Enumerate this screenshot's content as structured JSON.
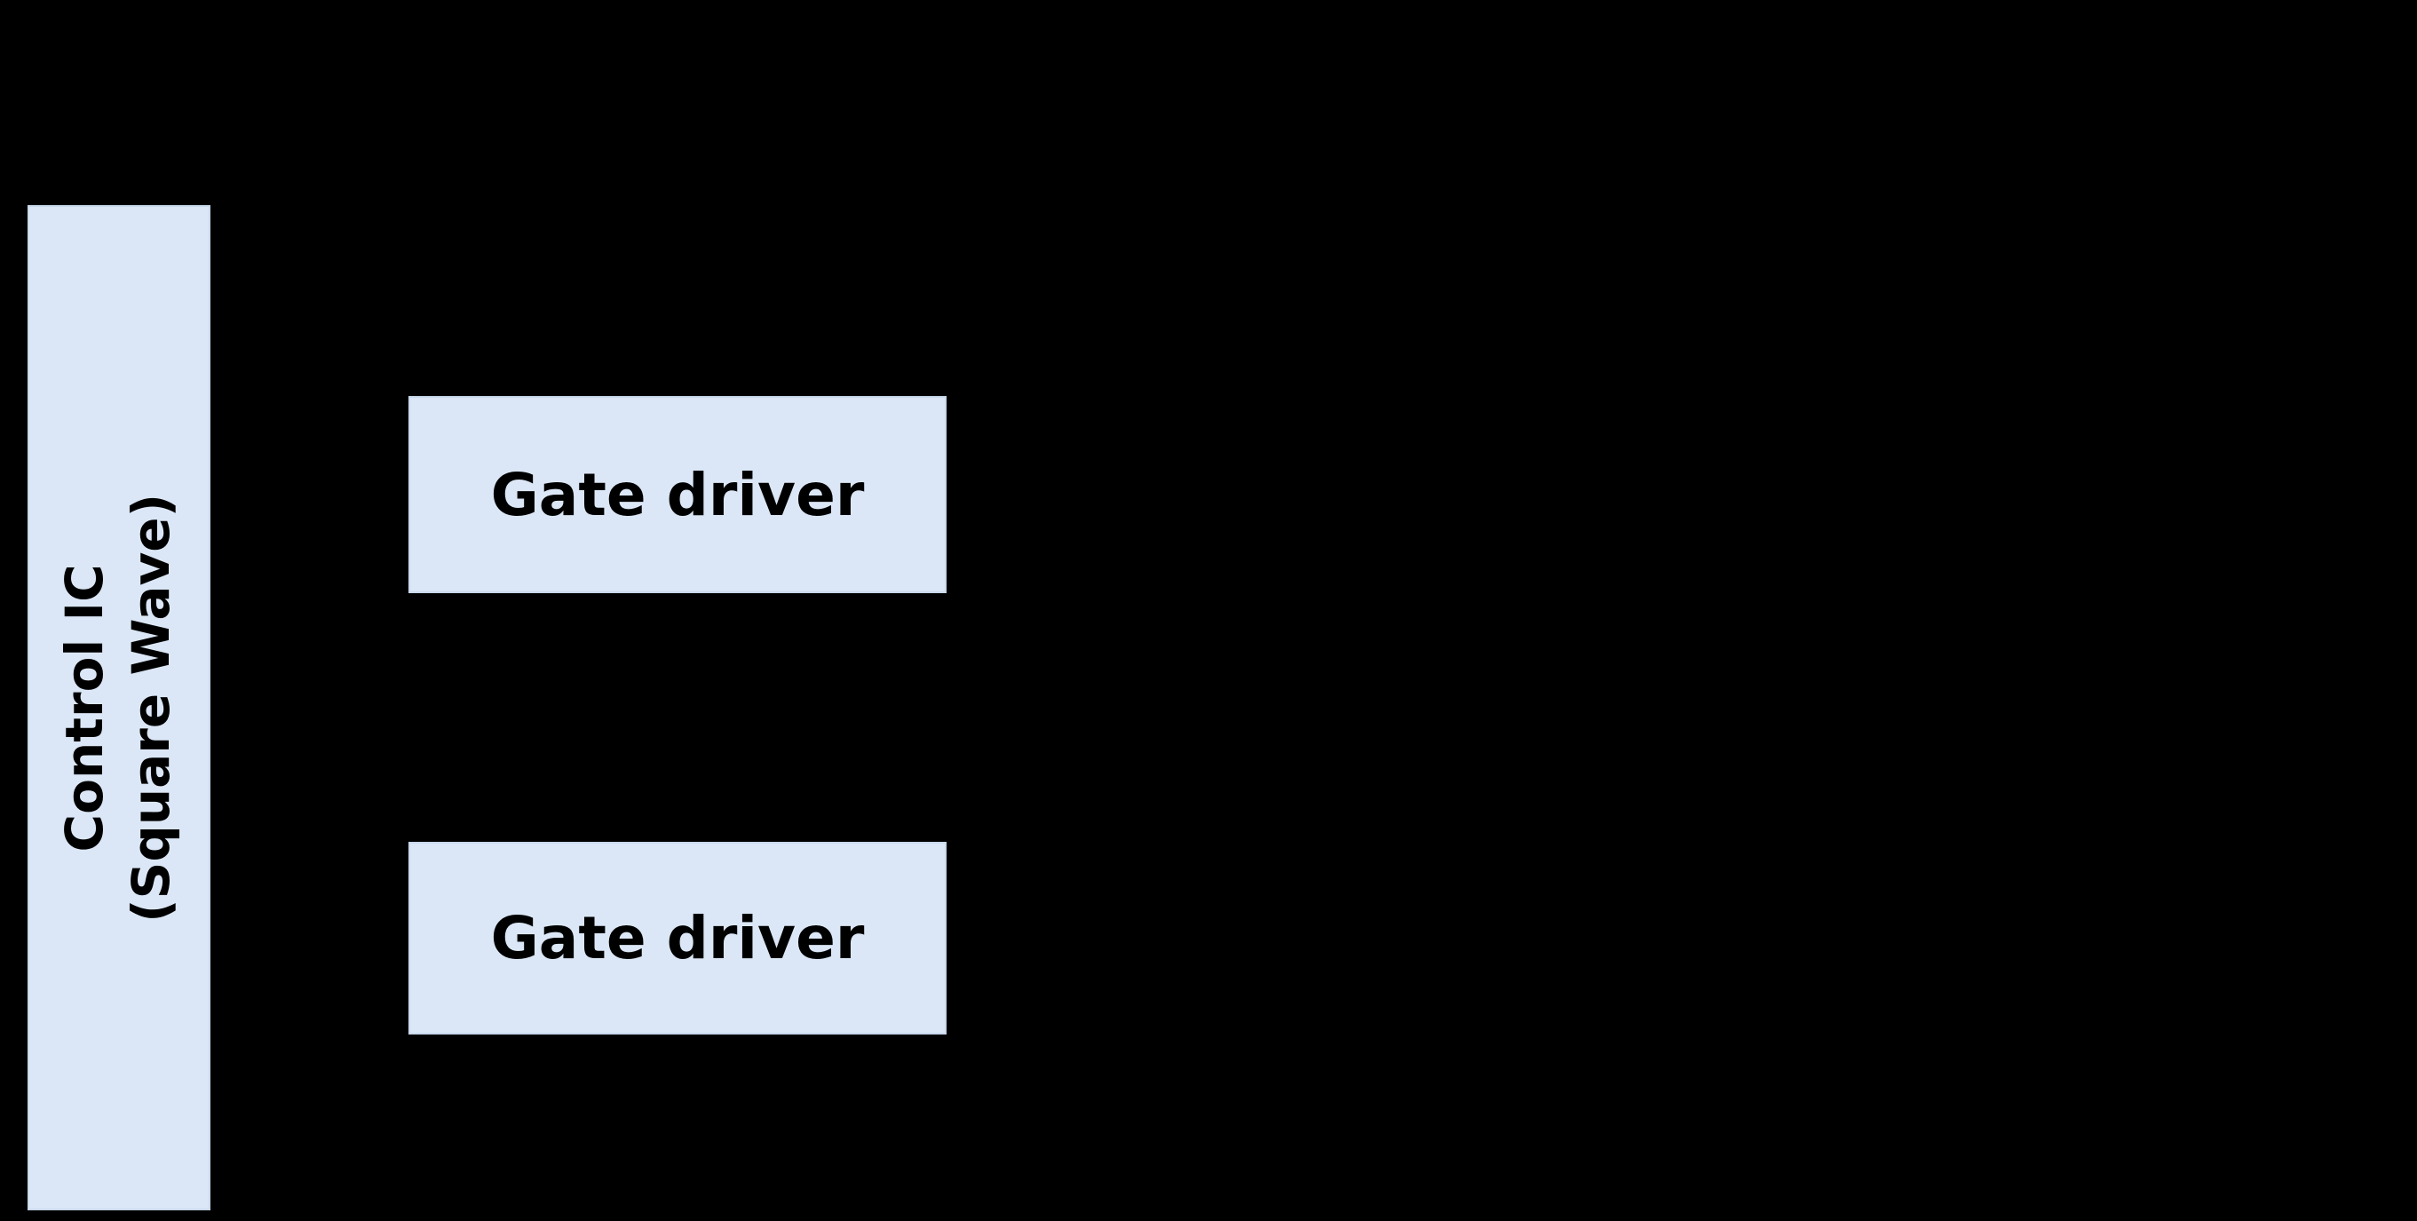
{
  "diagram": {
    "background_color": "#000000",
    "block_fill_color": "#dbe7f6",
    "block_text_color": "#000000",
    "control_ic": {
      "line1": "Control IC",
      "line2": "(Square Wave)"
    },
    "gate_driver_top": {
      "label": "Gate driver"
    },
    "gate_driver_bottom": {
      "label": "Gate driver"
    }
  }
}
